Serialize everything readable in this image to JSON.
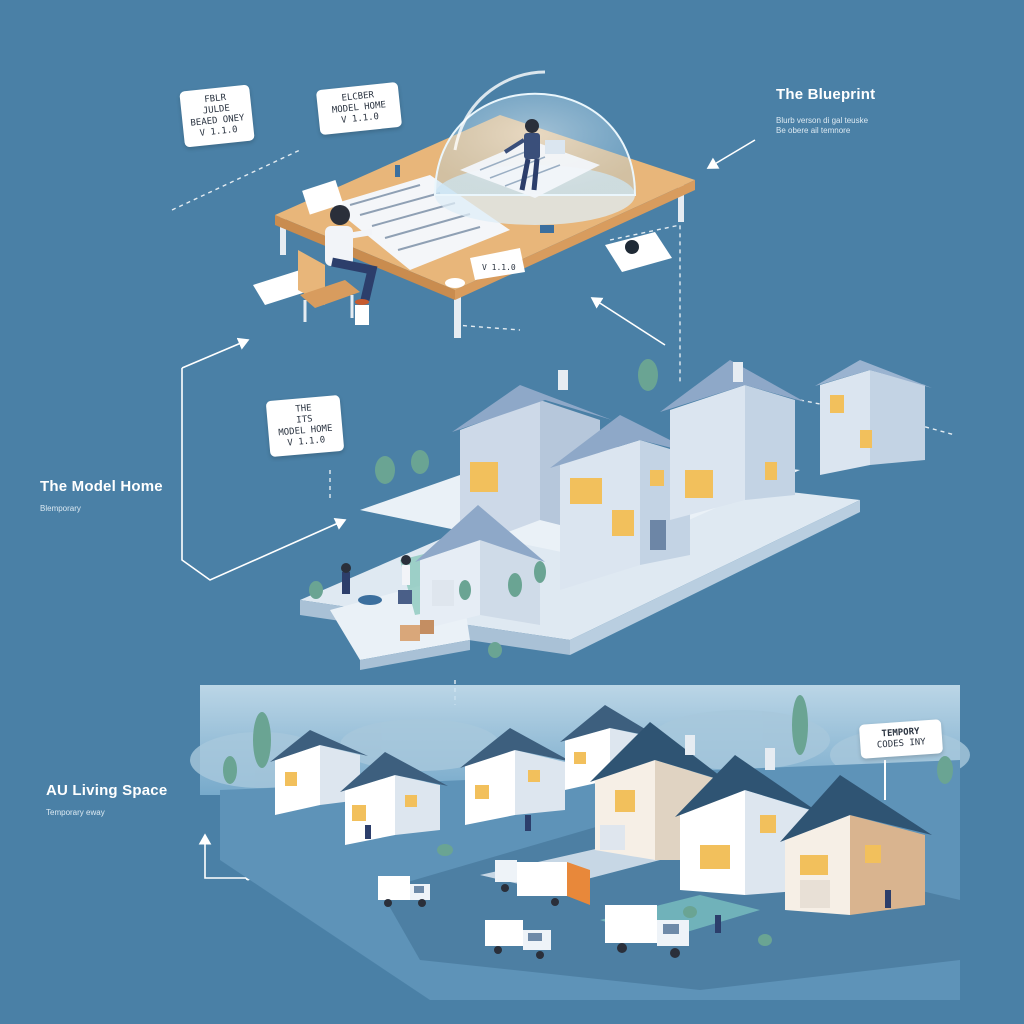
{
  "sections": {
    "blueprint": {
      "title": "The Blueprint",
      "subtitle_line1": "Blurb verson di gal teuske",
      "subtitle_line2": "Be obere ail temnore"
    },
    "model_home": {
      "title": "The Model Home",
      "subtitle": "Blemporary"
    },
    "living_space": {
      "title": "AU Living Space",
      "subtitle": "Temporary eway"
    }
  },
  "callouts": {
    "note_1": {
      "line1": "FBLR",
      "line2": "JULDE",
      "line3": "BEAED ONEY",
      "line4": "V 1.1.0"
    },
    "note_2": {
      "line1": "ELCBER",
      "line2": "MODEL HOME",
      "line3": "V 1.1.0"
    },
    "note_3": {
      "line1": "THE",
      "line2": "ITS",
      "line3": "MODEL HOME",
      "line4": "V 1.1.0"
    },
    "card_version": "V 1.1.0",
    "temporary_sign": {
      "line1": "TEMPORY",
      "line2": "CODES INY"
    }
  },
  "colors": {
    "background": "#4a80a6",
    "house_wall": "#d9e4f0",
    "house_roof": "#7f9cc0",
    "desk_top": "#e8b67a",
    "dome": "#cfe8f5",
    "truck_accent": "#e8883a",
    "arrow": "#ffffff"
  }
}
